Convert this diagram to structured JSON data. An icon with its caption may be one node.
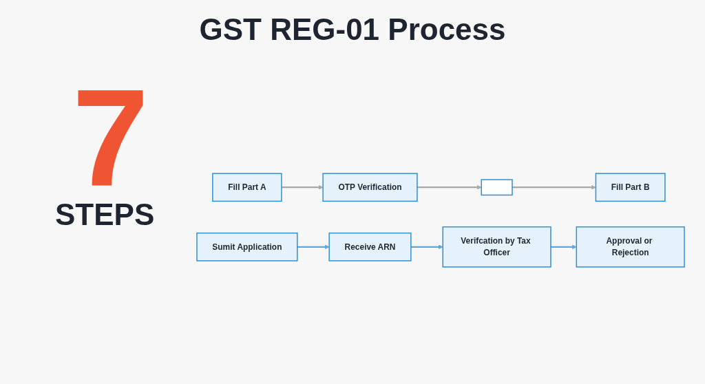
{
  "diagram": {
    "title": "GST REG-01 Process",
    "nodes": [
      {
        "text": [
          "Fill Part A"
        ]
      },
      {
        "text": [
          "OTP Verification"
        ]
      },
      {
        "text": [],
        "shape": "picture"
      },
      {
        "text": [
          "Fill Part B"
        ]
      },
      {
        "text": [
          "Sumit Application"
        ]
      },
      {
        "text": [
          "Receive ARN"
        ]
      },
      {
        "text": [
          "Verifcation by Tax Officer"
        ]
      },
      {
        "text": [
          "Approval or Rejection"
        ]
      }
    ],
    "edges": [
      {
        "from": 0,
        "to": 1,
        "arrow": "to"
      },
      {
        "from": 1,
        "to": 2,
        "arrow": "to"
      },
      {
        "from": 2,
        "to": 3,
        "arrow": "to"
      },
      {
        "from": 4,
        "to": 5,
        "arrow": "to",
        "color": "#5aa9dc"
      },
      {
        "from": 5,
        "to": 6,
        "arrow": "to",
        "color": "#5aa9dc"
      },
      {
        "from": 6,
        "to": 7,
        "arrow": "to",
        "color": "#5aa9dc"
      }
    ],
    "labels": [
      "7",
      "STEPS"
    ]
  }
}
